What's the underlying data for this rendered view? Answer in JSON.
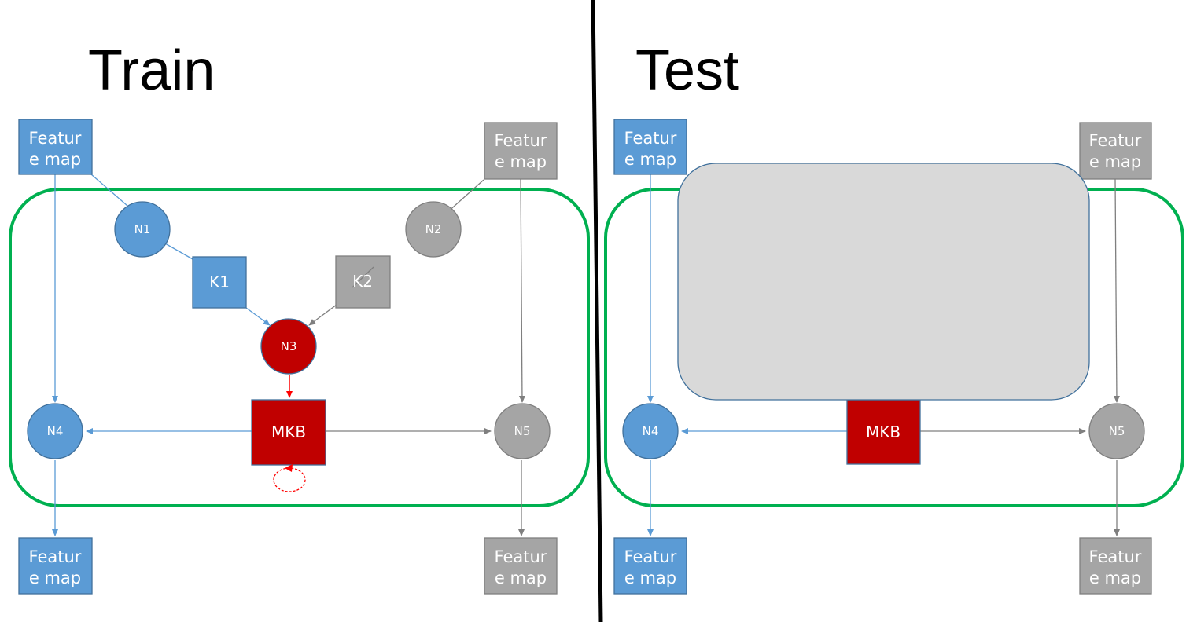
{
  "panels": {
    "train": {
      "title": "Train"
    },
    "test": {
      "title": "Test"
    }
  },
  "labels": {
    "feature_map_line1": "Featur",
    "feature_map_line2": "e map",
    "n1": "N1",
    "n2": "N2",
    "n3": "N3",
    "n4": "N4",
    "n5": "N5",
    "k1": "K1",
    "k2": "K2",
    "mkb": "MKB"
  },
  "colors": {
    "blue": "#5b9bd5",
    "blue_stroke": "#41719c",
    "gray": "#a5a5a5",
    "gray_stroke": "#7f7f7f",
    "red": "#c00000",
    "red_arrow": "#ff0000",
    "green": "#00b050",
    "overlay_fill": "#d9d9d9",
    "overlay_stroke": "#41719c",
    "divider": "#000000"
  }
}
